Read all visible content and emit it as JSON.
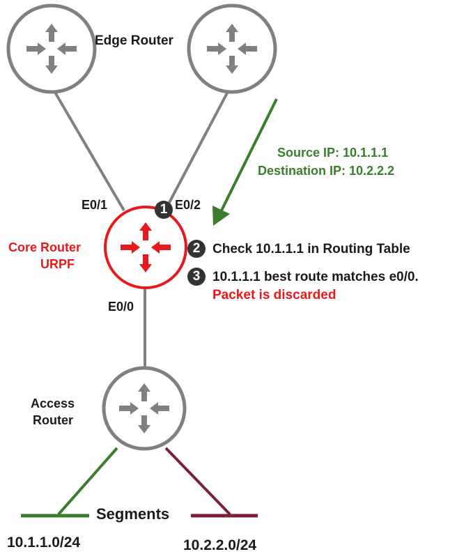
{
  "routers": {
    "edge_label": "Edge Router",
    "core_label_line1": "Core Router",
    "core_label_line2": "URPF",
    "access_label_line1": "Access",
    "access_label_line2": "Router"
  },
  "interfaces": {
    "e01": "E0/1",
    "e02": "E0/2",
    "e00": "E0/0"
  },
  "packet": {
    "source": "Source IP: 10.1.1.1",
    "destination": "Destination IP: 10.2.2.2"
  },
  "steps": [
    {
      "number": "1"
    },
    {
      "number": "2",
      "text": "Check 10.1.1.1 in Routing Table"
    },
    {
      "number": "3",
      "text": "10.1.1.1 best route matches e0/0.",
      "result": "Packet is discarded"
    }
  ],
  "segments": {
    "label": "Segments",
    "left_subnet": "10.1.1.0/24",
    "right_subnet": "10.2.2.0/24"
  },
  "colors": {
    "router_gray": "#808080",
    "core_red": "#e8191c",
    "packet_green": "#3a7d2c",
    "segment_maroon": "#7a1f35"
  }
}
